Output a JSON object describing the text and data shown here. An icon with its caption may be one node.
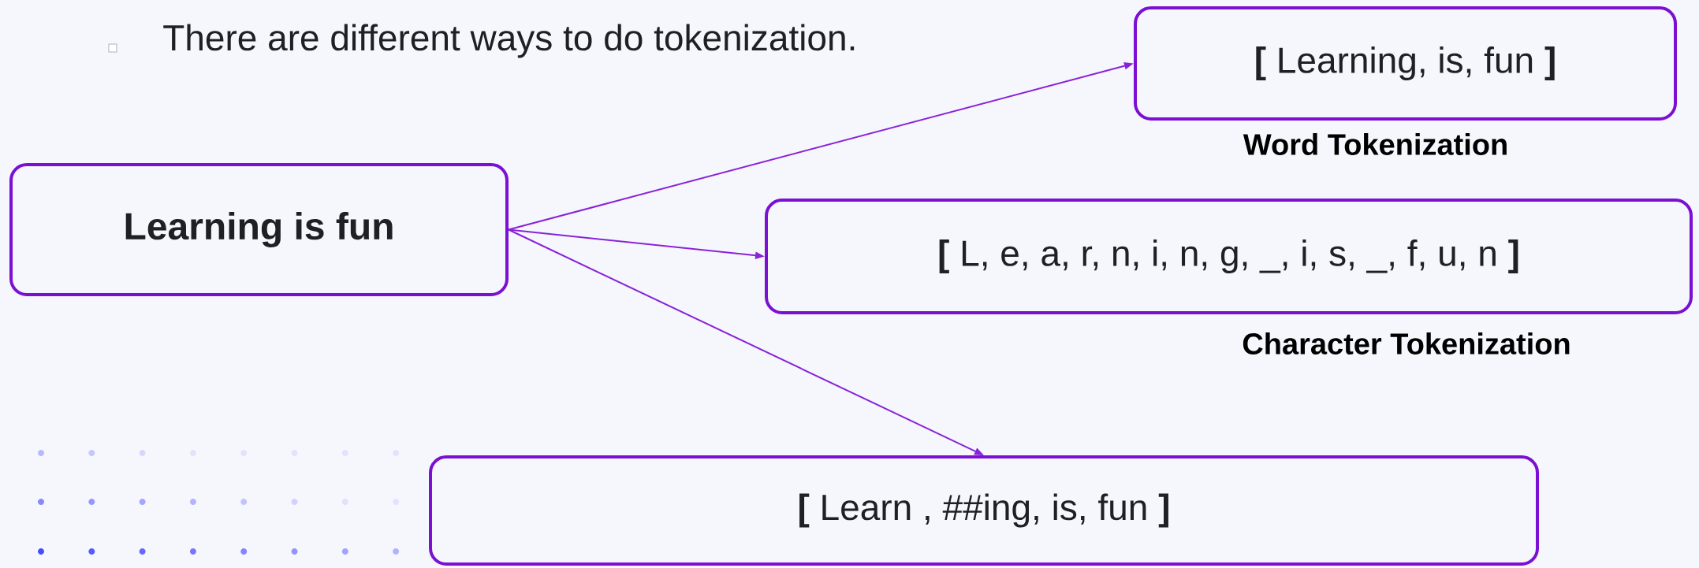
{
  "diagram": {
    "nodes": [
      {
        "text": [
          "Learning is fun"
        ]
      },
      {
        "text": [
          "**[** Learning, is, fun **]**"
        ],
        "beside": [
          "Word Tokenization"
        ]
      },
      {
        "text": [
          "**[** L, e, a, r, n, i, n, g, _, i, s, _, f, u, n **]**"
        ],
        "beside": [
          "Character Tokenization"
        ]
      },
      {
        "text": [
          "**[** Learn , ##ing, is, fun **]**"
        ]
      }
    ],
    "edges": [
      {
        "from": 0,
        "to": 1,
        "arrow": "to"
      },
      {
        "from": 0,
        "to": 2,
        "arrow": "to"
      },
      {
        "from": 0,
        "to": 3,
        "arrow": "to"
      }
    ],
    "labels": [
      "There are different ways to do tokenization."
    ]
  }
}
